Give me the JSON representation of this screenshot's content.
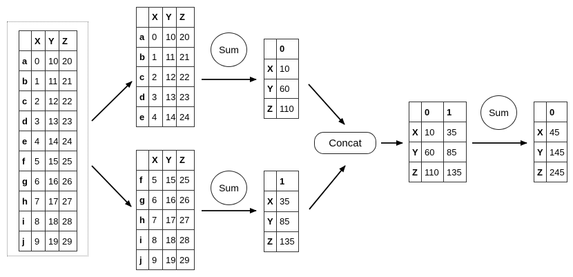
{
  "tables": {
    "full": {
      "cols": [
        "",
        "X",
        "Y",
        "Z"
      ],
      "rows": [
        [
          "a",
          "0",
          "10",
          "20"
        ],
        [
          "b",
          "1",
          "11",
          "21"
        ],
        [
          "c",
          "2",
          "12",
          "22"
        ],
        [
          "d",
          "3",
          "13",
          "23"
        ],
        [
          "e",
          "4",
          "14",
          "24"
        ],
        [
          "f",
          "5",
          "15",
          "25"
        ],
        [
          "g",
          "6",
          "16",
          "26"
        ],
        [
          "h",
          "7",
          "17",
          "27"
        ],
        [
          "i",
          "8",
          "18",
          "28"
        ],
        [
          "j",
          "9",
          "19",
          "29"
        ]
      ]
    },
    "chunk1": {
      "cols": [
        "",
        "X",
        "Y",
        "Z"
      ],
      "rows": [
        [
          "a",
          "0",
          "10",
          "20"
        ],
        [
          "b",
          "1",
          "11",
          "21"
        ],
        [
          "c",
          "2",
          "12",
          "22"
        ],
        [
          "d",
          "3",
          "13",
          "23"
        ],
        [
          "e",
          "4",
          "14",
          "24"
        ]
      ]
    },
    "chunk2": {
      "cols": [
        "",
        "X",
        "Y",
        "Z"
      ],
      "rows": [
        [
          "f",
          "5",
          "15",
          "25"
        ],
        [
          "g",
          "6",
          "16",
          "26"
        ],
        [
          "h",
          "7",
          "17",
          "27"
        ],
        [
          "i",
          "8",
          "18",
          "28"
        ],
        [
          "j",
          "9",
          "19",
          "29"
        ]
      ]
    },
    "sum1": {
      "cols": [
        "",
        "0"
      ],
      "rows": [
        [
          "X",
          "10"
        ],
        [
          "Y",
          "60"
        ],
        [
          "Z",
          "110"
        ]
      ]
    },
    "sum2": {
      "cols": [
        "",
        "1"
      ],
      "rows": [
        [
          "X",
          "35"
        ],
        [
          "Y",
          "85"
        ],
        [
          "Z",
          "135"
        ]
      ]
    },
    "concat": {
      "cols": [
        "",
        "0",
        "1"
      ],
      "rows": [
        [
          "X",
          "10",
          "35"
        ],
        [
          "Y",
          "60",
          "85"
        ],
        [
          "Z",
          "110",
          "135"
        ]
      ]
    },
    "final": {
      "cols": [
        "",
        "0"
      ],
      "rows": [
        [
          "X",
          "45"
        ],
        [
          "Y",
          "145"
        ],
        [
          "Z",
          "245"
        ]
      ]
    }
  },
  "labels": {
    "sum_top": "Sum",
    "sum_bottom": "Sum",
    "concat": "Concat",
    "sum_final": "Sum"
  }
}
